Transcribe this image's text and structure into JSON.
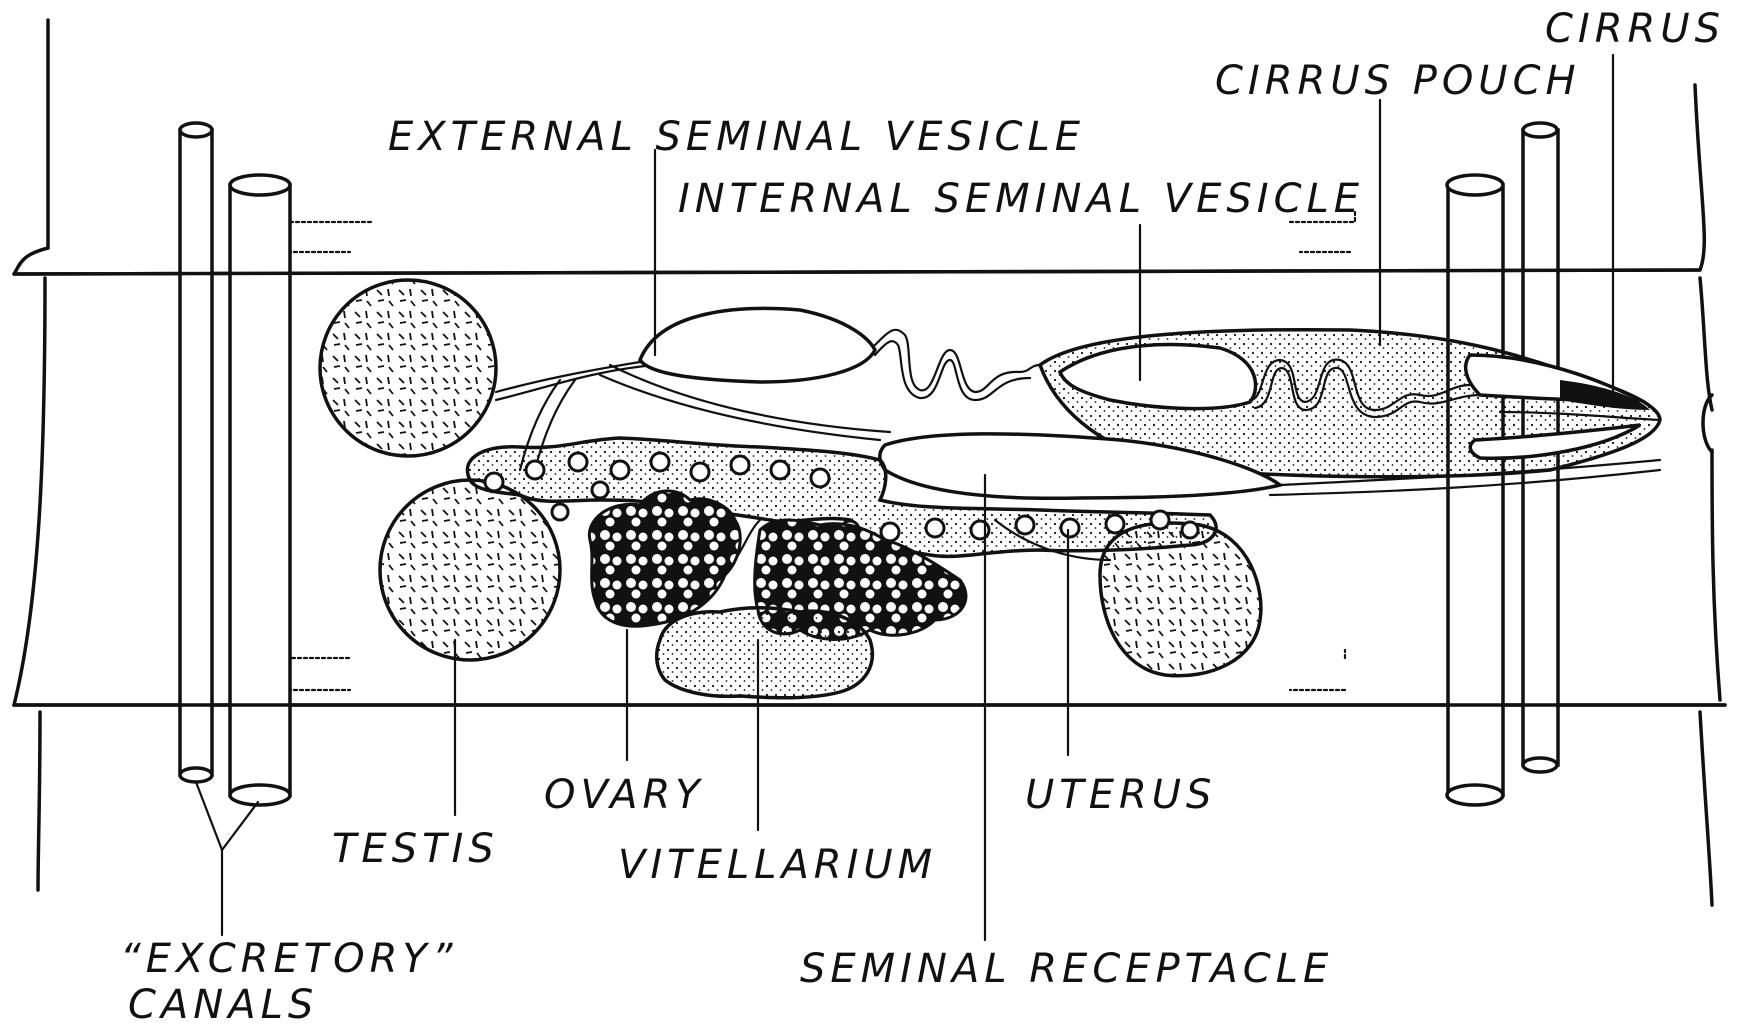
{
  "labels": {
    "cirrus": "CIRRUS",
    "cirrus_pouch": "CIRRUS POUCH",
    "external_seminal_vesicle": "EXTERNAL SEMINAL VESICLE",
    "internal_seminal_vesicle": "INTERNAL SEMINAL VESICLE",
    "testis": "TESTIS",
    "ovary": "OVARY",
    "vitellarium": "VITELLARIUM",
    "uterus": "UTERUS",
    "seminal_receptacle": "SEMINAL RECEPTACLE",
    "excretory_canals_line1": "“EXCRETORY”",
    "excretory_canals_line2": "CANALS"
  }
}
